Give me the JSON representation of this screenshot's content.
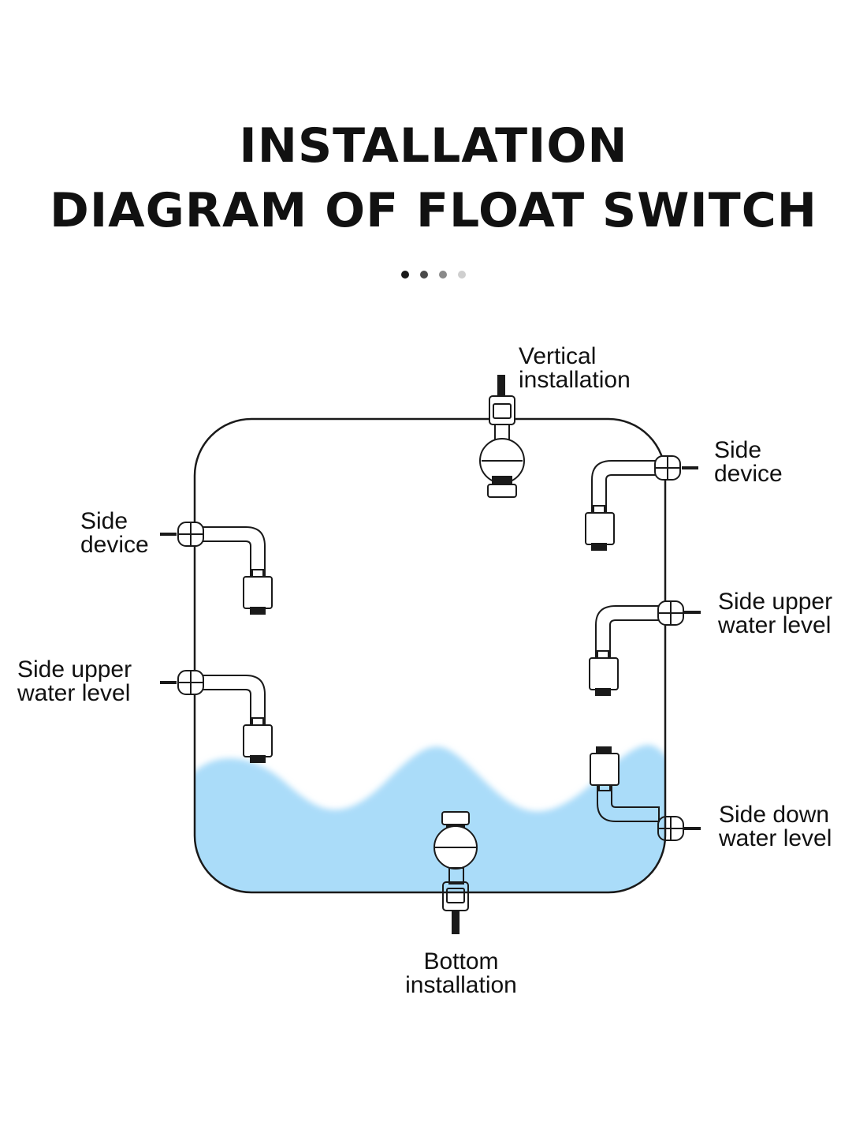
{
  "title": {
    "line1": "INSTALLATION",
    "line2": "DIAGRAM OF FLOAT SWITCH"
  },
  "pager": {
    "dot_colors": [
      "#1a1a1a",
      "#4a4a4a",
      "#8a8a8a",
      "#cfcfcf"
    ]
  },
  "labels": {
    "vertical": [
      "Vertical",
      "installation"
    ],
    "side_device_left": [
      "Side",
      "device"
    ],
    "side_upper_left": [
      "Side upper",
      "water level"
    ],
    "side_device_right": [
      "Side",
      "device"
    ],
    "side_upper_right": [
      "Side upper",
      "water level"
    ],
    "side_down_right": [
      "Side down",
      "water level"
    ],
    "bottom": [
      "Bottom",
      "installation"
    ]
  },
  "colors": {
    "water": "#aadcf9",
    "outline": "#1a1a1a"
  }
}
